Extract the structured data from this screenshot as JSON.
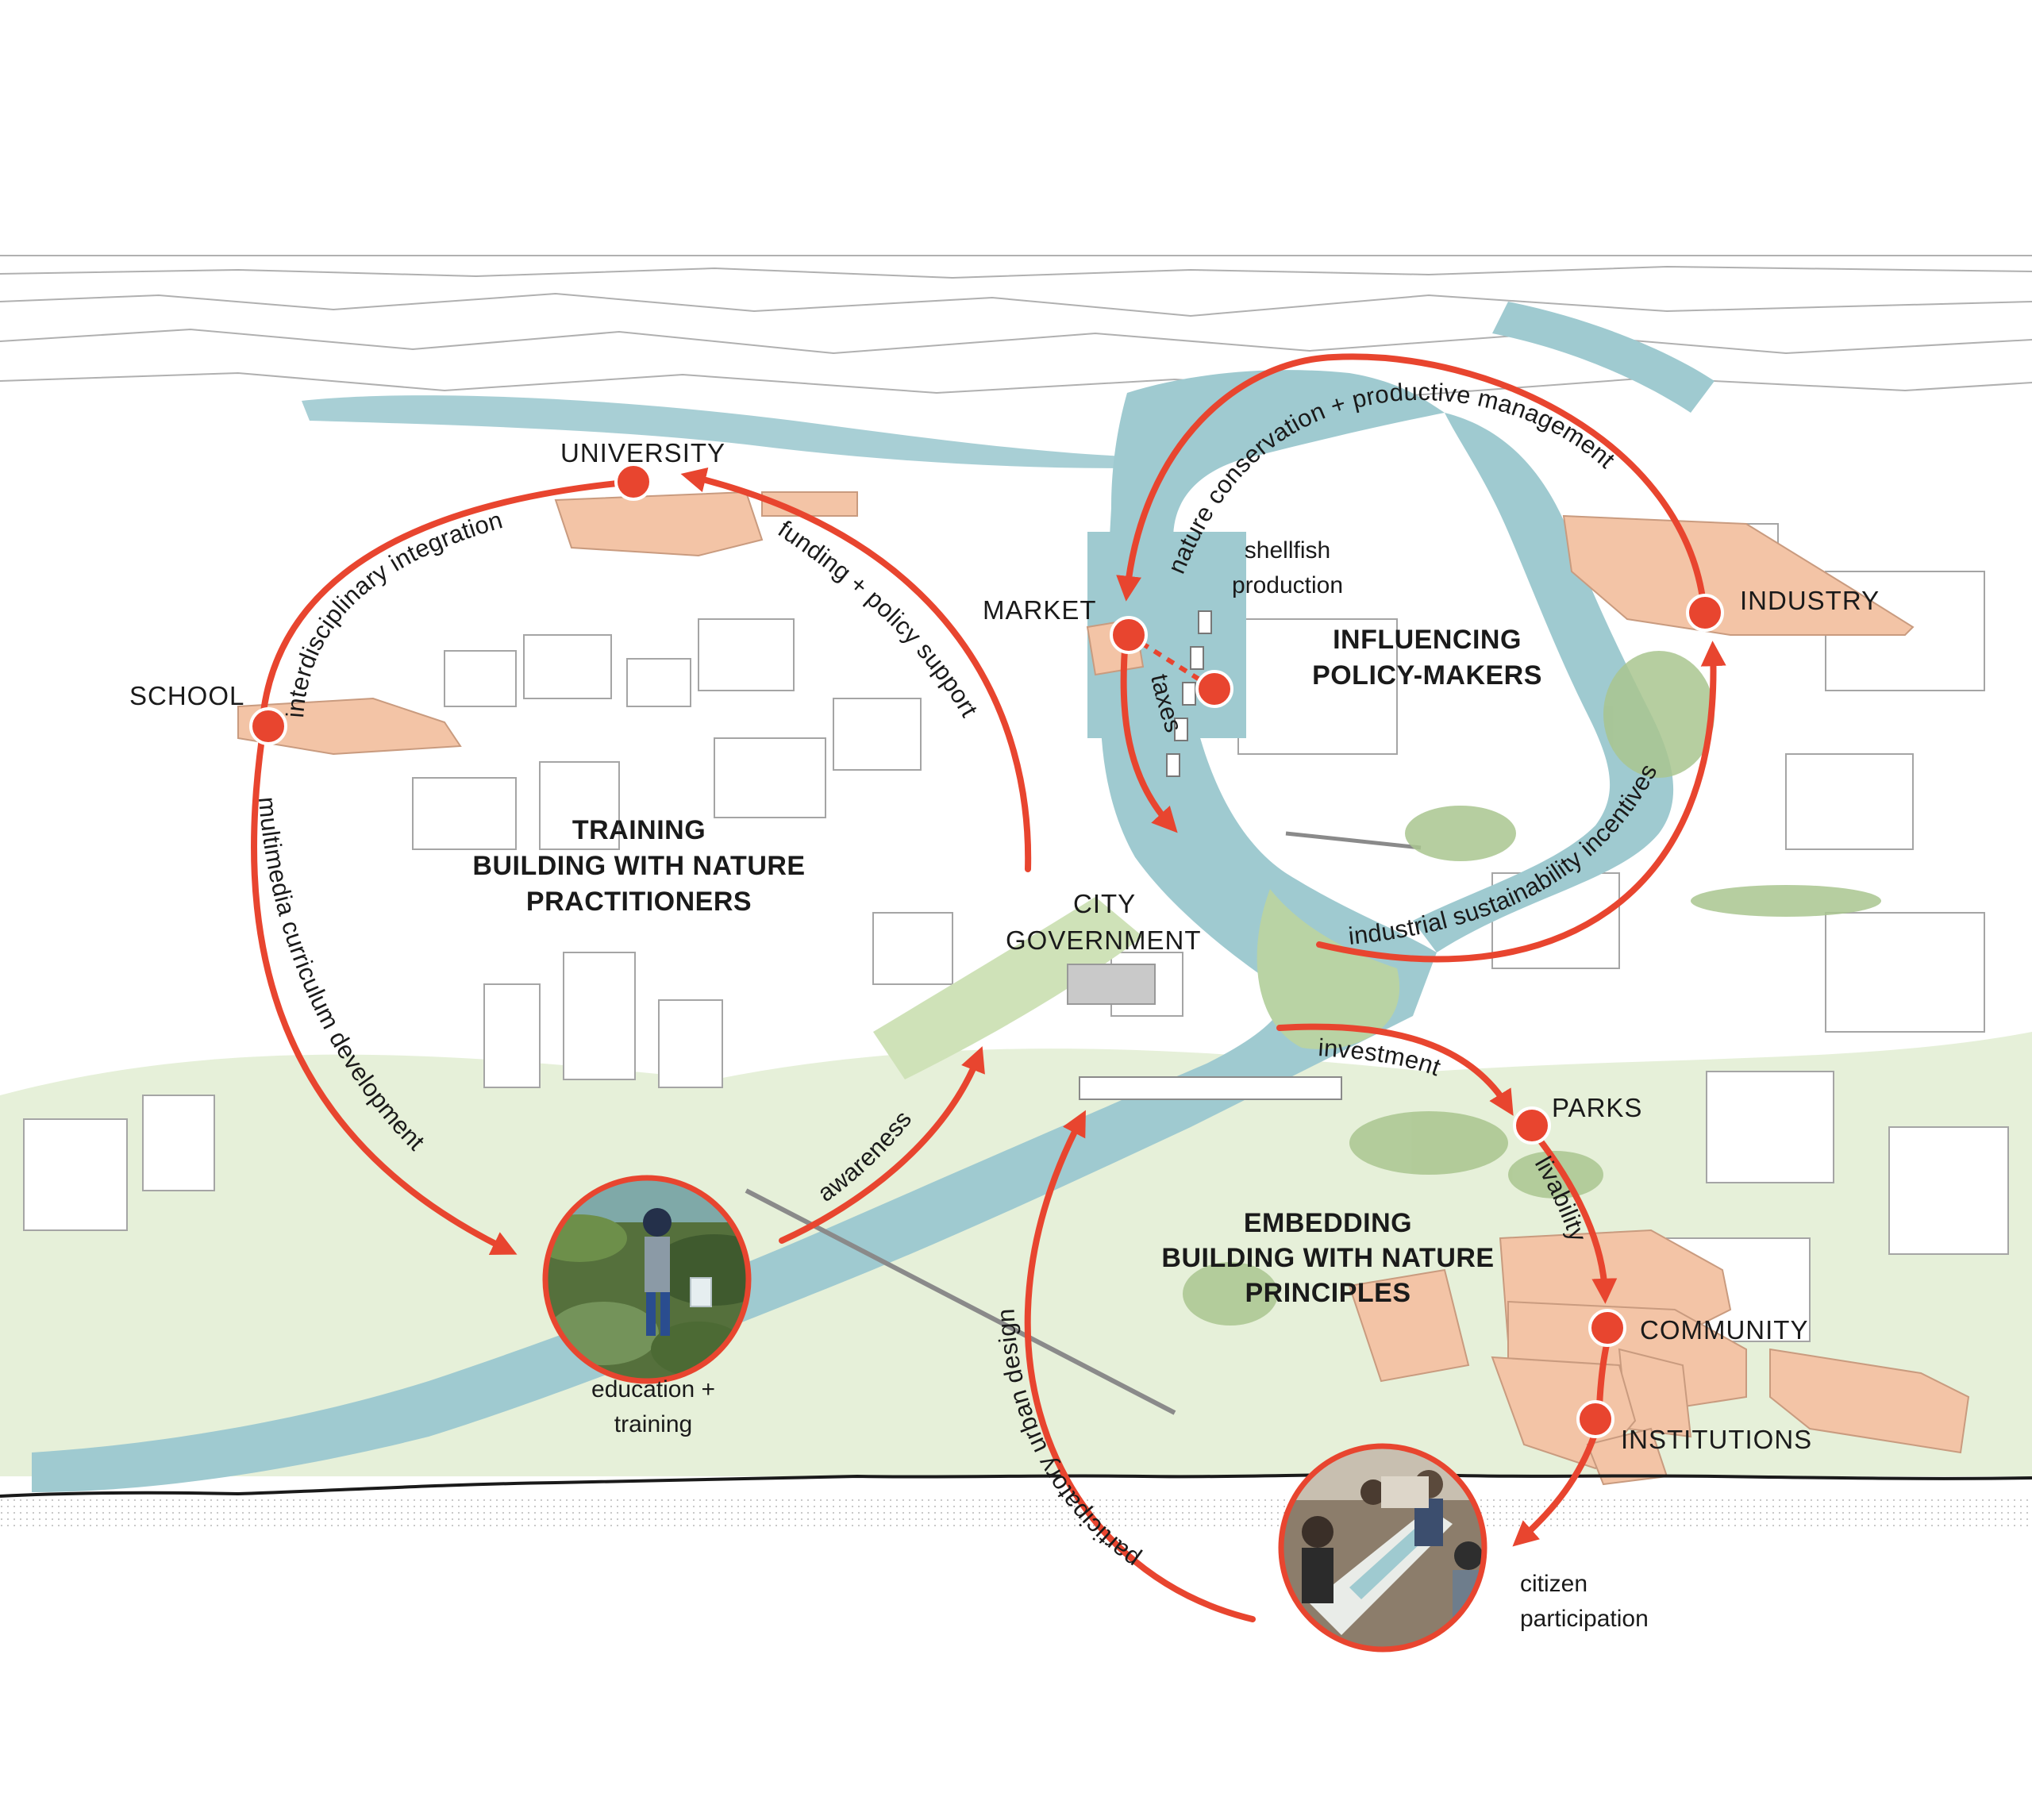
{
  "nodes": {
    "university": "UNIVERSITY",
    "school": "SCHOOL",
    "market": "MARKET",
    "industry": "INDUSTRY",
    "city_line1": "CITY",
    "city_line2": "GOVERNMENT",
    "parks": "PARKS",
    "community": "COMMUNITY",
    "institutions": "INSTITUTIONS"
  },
  "zones": {
    "training_line1": "TRAINING",
    "training_line2": "BUILDING WITH NATURE",
    "training_line3": "PRACTITIONERS",
    "influencing_line1": "INFLUENCING",
    "influencing_line2": "POLICY-MAKERS",
    "embedding_line1": "EMBEDDING",
    "embedding_line2": "BUILDING WITH NATURE",
    "embedding_line3": "PRINCIPLES"
  },
  "flows": {
    "interdisciplinary": "interdisciplinary integration",
    "funding": "funding + policy support",
    "multimedia": "multimedia curriculum development",
    "awareness": "awareness",
    "nature_conservation": "nature conservation + productive management",
    "taxes": "taxes",
    "industrial": "industrial sustainability incentives",
    "investment": "investment",
    "livability": "livability",
    "participatory": "participatory urban design"
  },
  "annotations": {
    "shellfish_line1": "shellfish",
    "shellfish_line2": "production",
    "education_line1": "education +",
    "education_line2": "training",
    "citizen_line1": "citizen",
    "citizen_line2": "participation"
  },
  "colors": {
    "accent": "#e8452f",
    "water": "#9fcad0",
    "green": "#dce9c9",
    "building": "#f3c4a6",
    "linework": "#9a9a9a"
  }
}
